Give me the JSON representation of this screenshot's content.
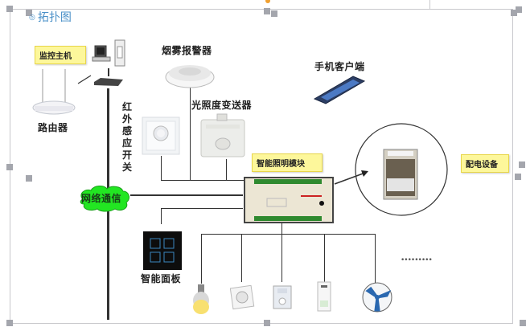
{
  "title": {
    "bullet_icon": "◎",
    "text": "拓扑图"
  },
  "labels": {
    "monitor_host": "监控主机",
    "router": "路由器",
    "smoke_alarm": "烟雾报警器",
    "phone_client": "手机客户端",
    "light_sensor": "光照度变送器",
    "infrared_switch": "红外感应开关",
    "lighting_module": "智能照明模块",
    "distribution": "配电设备",
    "network": "网络通信",
    "smart_panel": "智能面板",
    "more": "•••••••••"
  },
  "colors": {
    "title": "#4a90c8",
    "label_box_bg": "#fdf79b",
    "network_cloud": "#22e622",
    "line": "#333333",
    "handle": "#a4a6ad"
  },
  "devices": [
    "bulb",
    "wall-socket",
    "switch-socket",
    "air-conditioner",
    "fan"
  ]
}
